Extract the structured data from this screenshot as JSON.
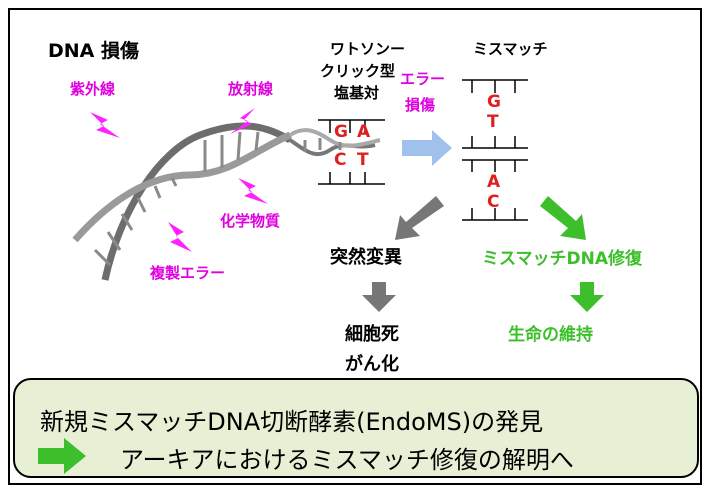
{
  "dna_damage": {
    "title": "DNA 損傷",
    "sources": [
      "紫外線",
      "放射線",
      "化学物質",
      "複製エラー"
    ]
  },
  "watson_crick": {
    "label_lines": [
      "ワトソンー",
      "クリック型",
      "塩基対"
    ],
    "top_pair": [
      "G",
      "A"
    ],
    "bottom_pair": [
      "C",
      "T"
    ]
  },
  "transition": {
    "label_lines": [
      "エラー",
      "損傷"
    ]
  },
  "mismatch": {
    "label": "ミスマッチ",
    "upper": [
      "G",
      "T"
    ],
    "lower": [
      "A",
      "C"
    ]
  },
  "outcomes": {
    "mutation": "突然変異",
    "repair": "ミスマッチDNA修復",
    "death_lines": [
      "細胞死",
      "がん化"
    ],
    "maintenance": "生命の維持"
  },
  "summary": {
    "line1": "新規ミスマッチDNA切断酵素(EndoMS)の発見",
    "line2": "アーキアにおけるミスマッチ修復の解明へ"
  }
}
